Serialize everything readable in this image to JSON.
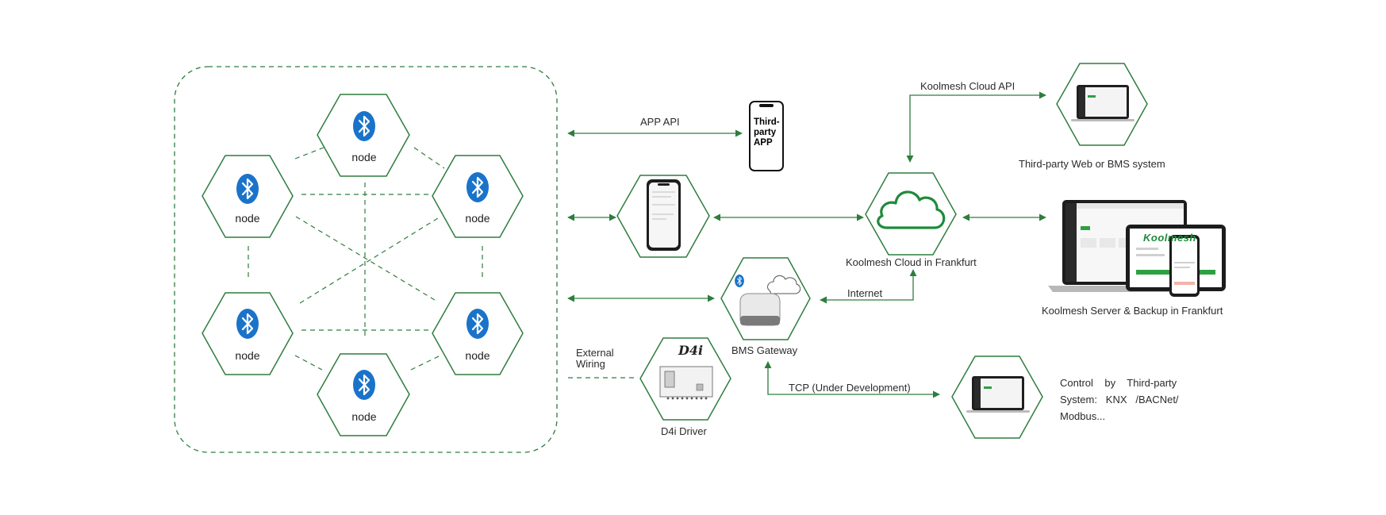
{
  "mesh": {
    "node_label": "node",
    "nodes": [
      {
        "label": "node"
      },
      {
        "label": "node"
      },
      {
        "label": "node"
      },
      {
        "label": "node"
      },
      {
        "label": "node"
      },
      {
        "label": "node"
      }
    ]
  },
  "links": {
    "app_api": "APP  API",
    "cloud_api": "Koolmesh  Cloud  API",
    "internet": "Internet",
    "tcp": "TCP (Under Development)",
    "external_wiring_line1": "External",
    "external_wiring_line2": "Wiring"
  },
  "third_party_app": {
    "line1": "Third-",
    "line2": "party",
    "line3": "APP"
  },
  "cloud": {
    "label": "Koolmesh  Cloud  in  Frankfurt"
  },
  "gateway": {
    "label": "BMS  Gateway"
  },
  "driver": {
    "label": "D4i  Driver",
    "logo": "D4i"
  },
  "web_bms": {
    "label": "Third-party Web or BMS system"
  },
  "server": {
    "label": "Koolmesh Server & Backup in Frankfurt",
    "logo": "Koolmesh"
  },
  "control": {
    "line1": "Control    by    Third-party",
    "line2": "System:   KNX   /BACNet/",
    "line3": "Modbus..."
  },
  "colors": {
    "accent": "#2e7d3e",
    "bluetooth": "#1a73c9"
  }
}
